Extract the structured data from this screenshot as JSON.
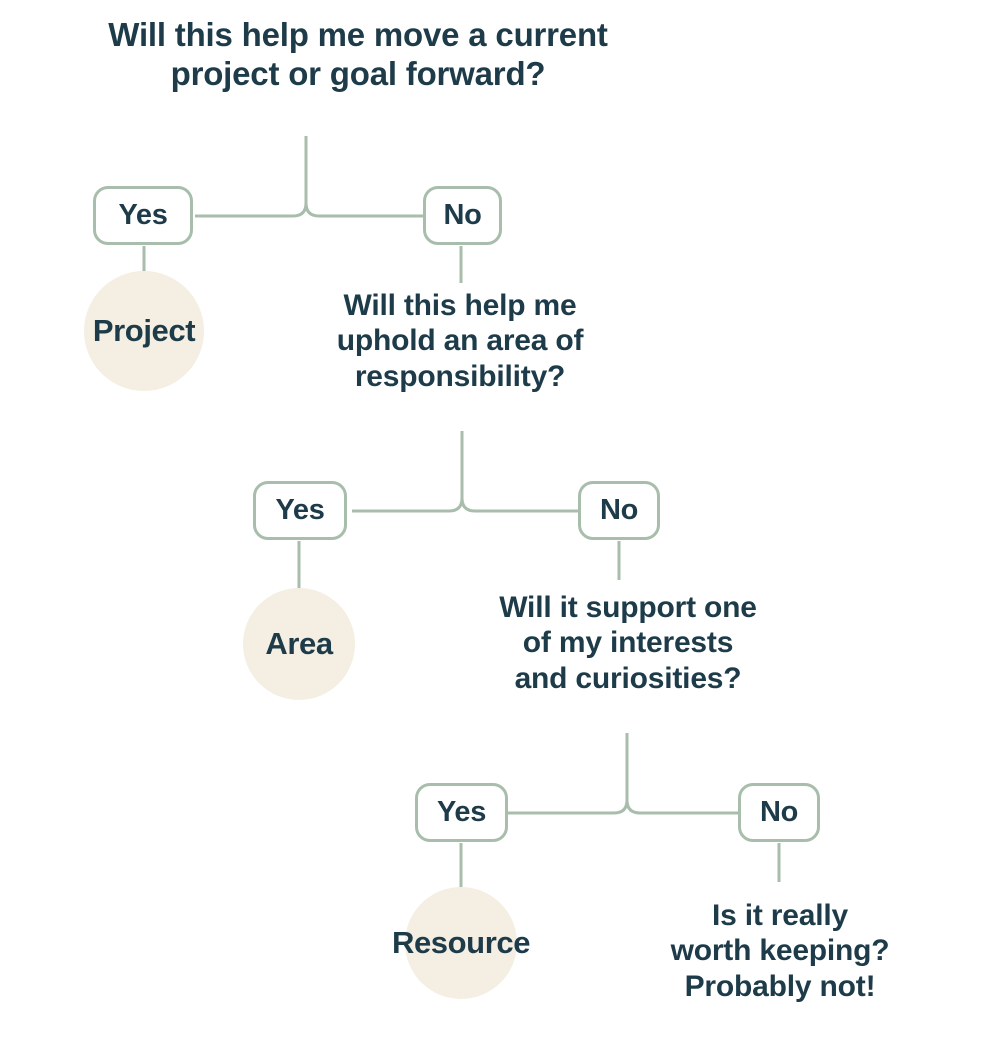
{
  "meta": {
    "accent_sage": "#a8bdab",
    "text_dark": "#1d3b49",
    "circle_cream": "#f5eee2",
    "background": "#ffffff"
  },
  "questions": {
    "root": "Will this help me move a current\nproject or goal forward?",
    "area": "Will this help me\nuphold an area of\nresponsibility?",
    "interest": "Will it support one\nof my interests\nand curiosities?",
    "final": "Is it really\nworth keeping?\nProbably not!"
  },
  "choices": {
    "yes": "Yes",
    "no": "No"
  },
  "outcomes": {
    "project": "Project",
    "area": "Area",
    "resource": "Resource"
  }
}
